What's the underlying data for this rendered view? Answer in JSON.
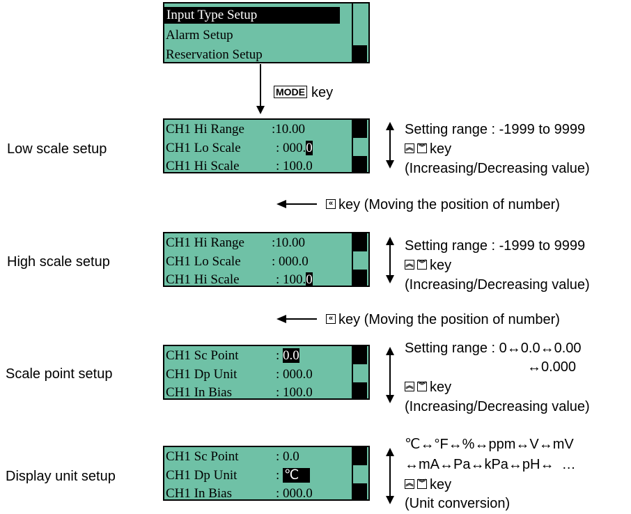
{
  "menu": {
    "items": [
      "Input Type Setup",
      "Alarm Setup",
      "Reservation Setup"
    ]
  },
  "mode_key": {
    "key": "MODE",
    "suffix": "key"
  },
  "steps": [
    {
      "label": "Low scale setup",
      "rows": [
        {
          "label": "CH1 Hi Range",
          "sep": ":",
          "value": "10.00",
          "hl": ""
        },
        {
          "label": "CH1 Lo Scale",
          "sep": ":",
          "value": "000.",
          "hl": "0"
        },
        {
          "label": "CH1 Hi Scale",
          "sep": ":",
          "value": "100.0",
          "hl": ""
        }
      ],
      "notes": [
        "Setting range : -1999 to 9999",
        "key",
        "(Increasing/Decreasing value)"
      ]
    },
    {
      "label": "High scale setup",
      "rows": [
        {
          "label": "CH1 Hi Range",
          "sep": ":",
          "value": "10.00",
          "hl": ""
        },
        {
          "label": "CH1 Lo Scale",
          "sep": ":",
          "value": "000.0",
          "hl": ""
        },
        {
          "label": "CH1 Hi Scale",
          "sep": ":",
          "value": "100.",
          "hl": "0"
        }
      ],
      "notes": [
        "Setting range : -1999 to 9999",
        "key",
        "(Increasing/Decreasing value)"
      ]
    },
    {
      "label": "Scale point setup",
      "rows": [
        {
          "label": "CH1 Sc Point",
          "sep": ":",
          "value": "",
          "hl": "0.0"
        },
        {
          "label": "CH1 Dp Unit",
          "sep": ":",
          "value": "000.0",
          "hl": ""
        },
        {
          "label": "CH1 In Bias",
          "sep": ":",
          "value": "100.0",
          "hl": ""
        }
      ],
      "notes": [
        "Setting range : 0↔0.0↔0.00",
        "↔0.000",
        "key",
        "(Increasing/Decreasing value)"
      ]
    },
    {
      "label": "Display unit setup",
      "rows": [
        {
          "label": "CH1 Sc Point",
          "sep": ":",
          "value": "0.0",
          "hl": ""
        },
        {
          "label": "CH1 Dp Unit",
          "sep": ":",
          "value": "",
          "hl": "℃"
        },
        {
          "label": "CH1 In Bias",
          "sep": ":",
          "value": "000.0",
          "hl": ""
        }
      ],
      "notes": [
        "℃↔°F↔%↔ppm↔V↔mV",
        "↔mA↔Pa↔kPa↔pH↔  …",
        "key",
        "(Unit conversion)"
      ]
    }
  ],
  "move_key_text": "key (Moving the position of number)",
  "icons": {
    "up": "up-double-chevron-icon",
    "down": "down-double-chevron-icon",
    "left": "left-double-chevron-icon"
  },
  "colors": {
    "lcd": "#6fc1a6"
  }
}
